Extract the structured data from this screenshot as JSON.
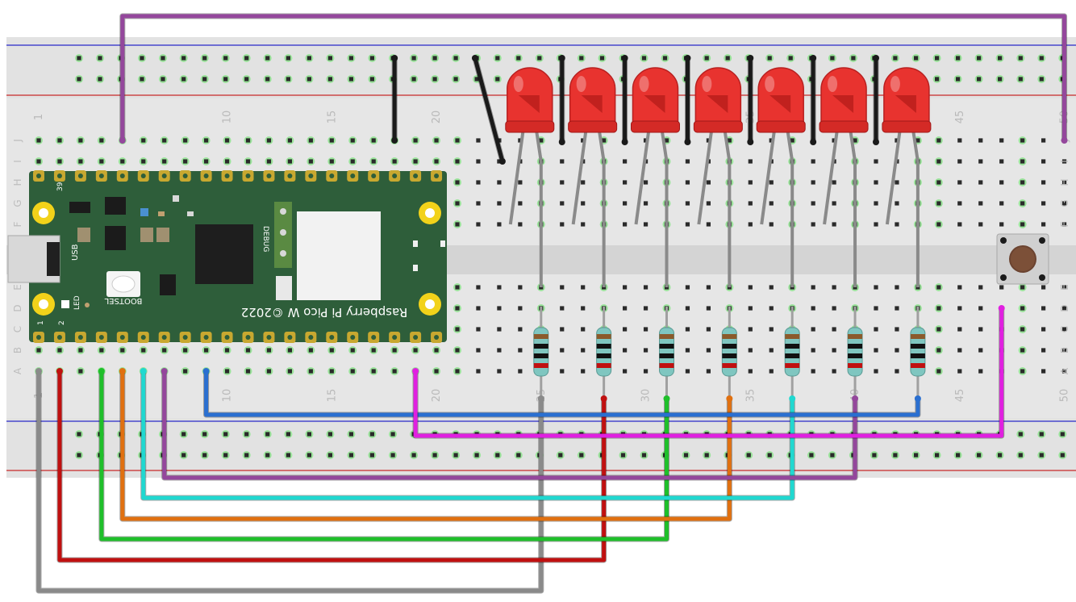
{
  "breadboard": {
    "column_numbers": [
      "1",
      "10",
      "15",
      "20",
      "25",
      "30",
      "35",
      "40",
      "45",
      "50"
    ],
    "row_letters": [
      "A",
      "B",
      "C",
      "D",
      "E",
      "F",
      "G",
      "H",
      "I",
      "J"
    ]
  },
  "pico": {
    "name": "Raspberry Pi Pico W ©2022",
    "usb_label": "USB",
    "led_label": "LED",
    "bootsel_label": "BOOTSEL",
    "debug_label": "DEBUG",
    "pin_1": "1",
    "pin_2": "2",
    "pin_39": "39"
  },
  "colors": {
    "board_green": "#2e5e3a",
    "led_red": "#e8332f",
    "wire_gray": "#8a8a8a",
    "wire_red": "#c01010",
    "wire_green": "#1fbf2a",
    "wire_orange": "#e07010",
    "wire_cyan": "#20d8d0",
    "wire_purple": "#94479c",
    "wire_blue": "#2a6fd0",
    "wire_magenta": "#e020e0",
    "wire_black": "#1a1a1a"
  },
  "components": {
    "leds": 7,
    "resistors": 7,
    "button": 1
  }
}
